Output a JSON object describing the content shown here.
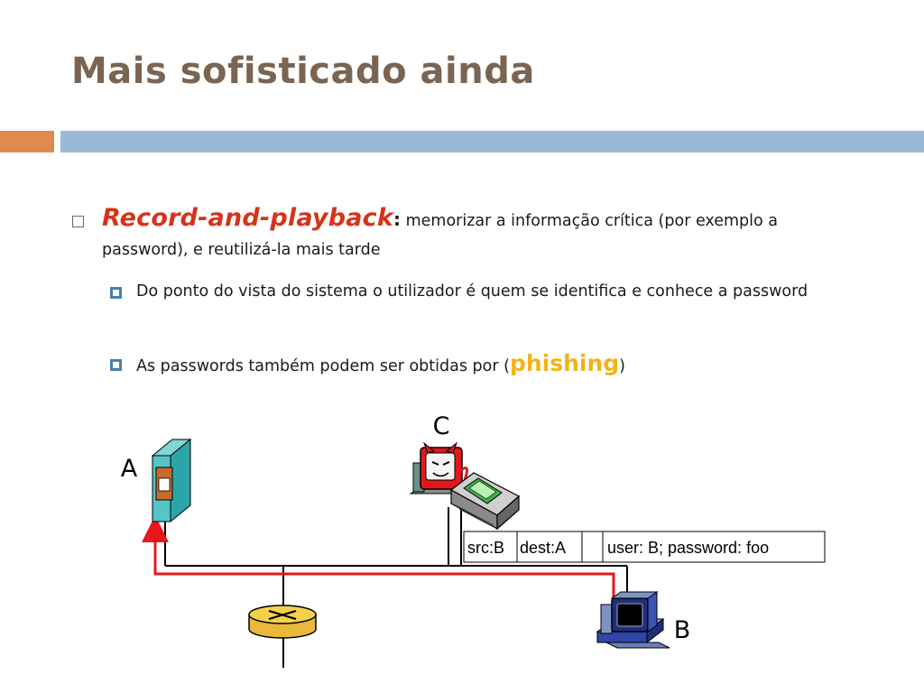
{
  "slide": {
    "title": "Mais sofisticado ainda",
    "bullet1": {
      "emph": "Record-and-playback",
      "colon": ":",
      "rest": " memorizar a informação crítica (por exemplo a password), e reutilizá-la mais tarde"
    },
    "sub1": "Do ponto do vista do sistema o utilizador é quem se identifica e conhece a password",
    "sub2": {
      "before": "As passwords também podem ser obtidas por (",
      "emph": "phishing",
      "after": ")"
    }
  },
  "diagram": {
    "labels": {
      "a": "A",
      "b": "B",
      "c": "C"
    },
    "packet": {
      "src": "src:B",
      "dest": "dest:A",
      "empty": "",
      "payload": "user: B; password: foo"
    }
  },
  "colors": {
    "title": "#7a6452",
    "accent_orange": "#e08a4f",
    "accent_blue": "#9bb8d6",
    "highlight_red": "#d6331a",
    "phishing_yellow": "#f2b316",
    "path_red": "#e8141e"
  }
}
